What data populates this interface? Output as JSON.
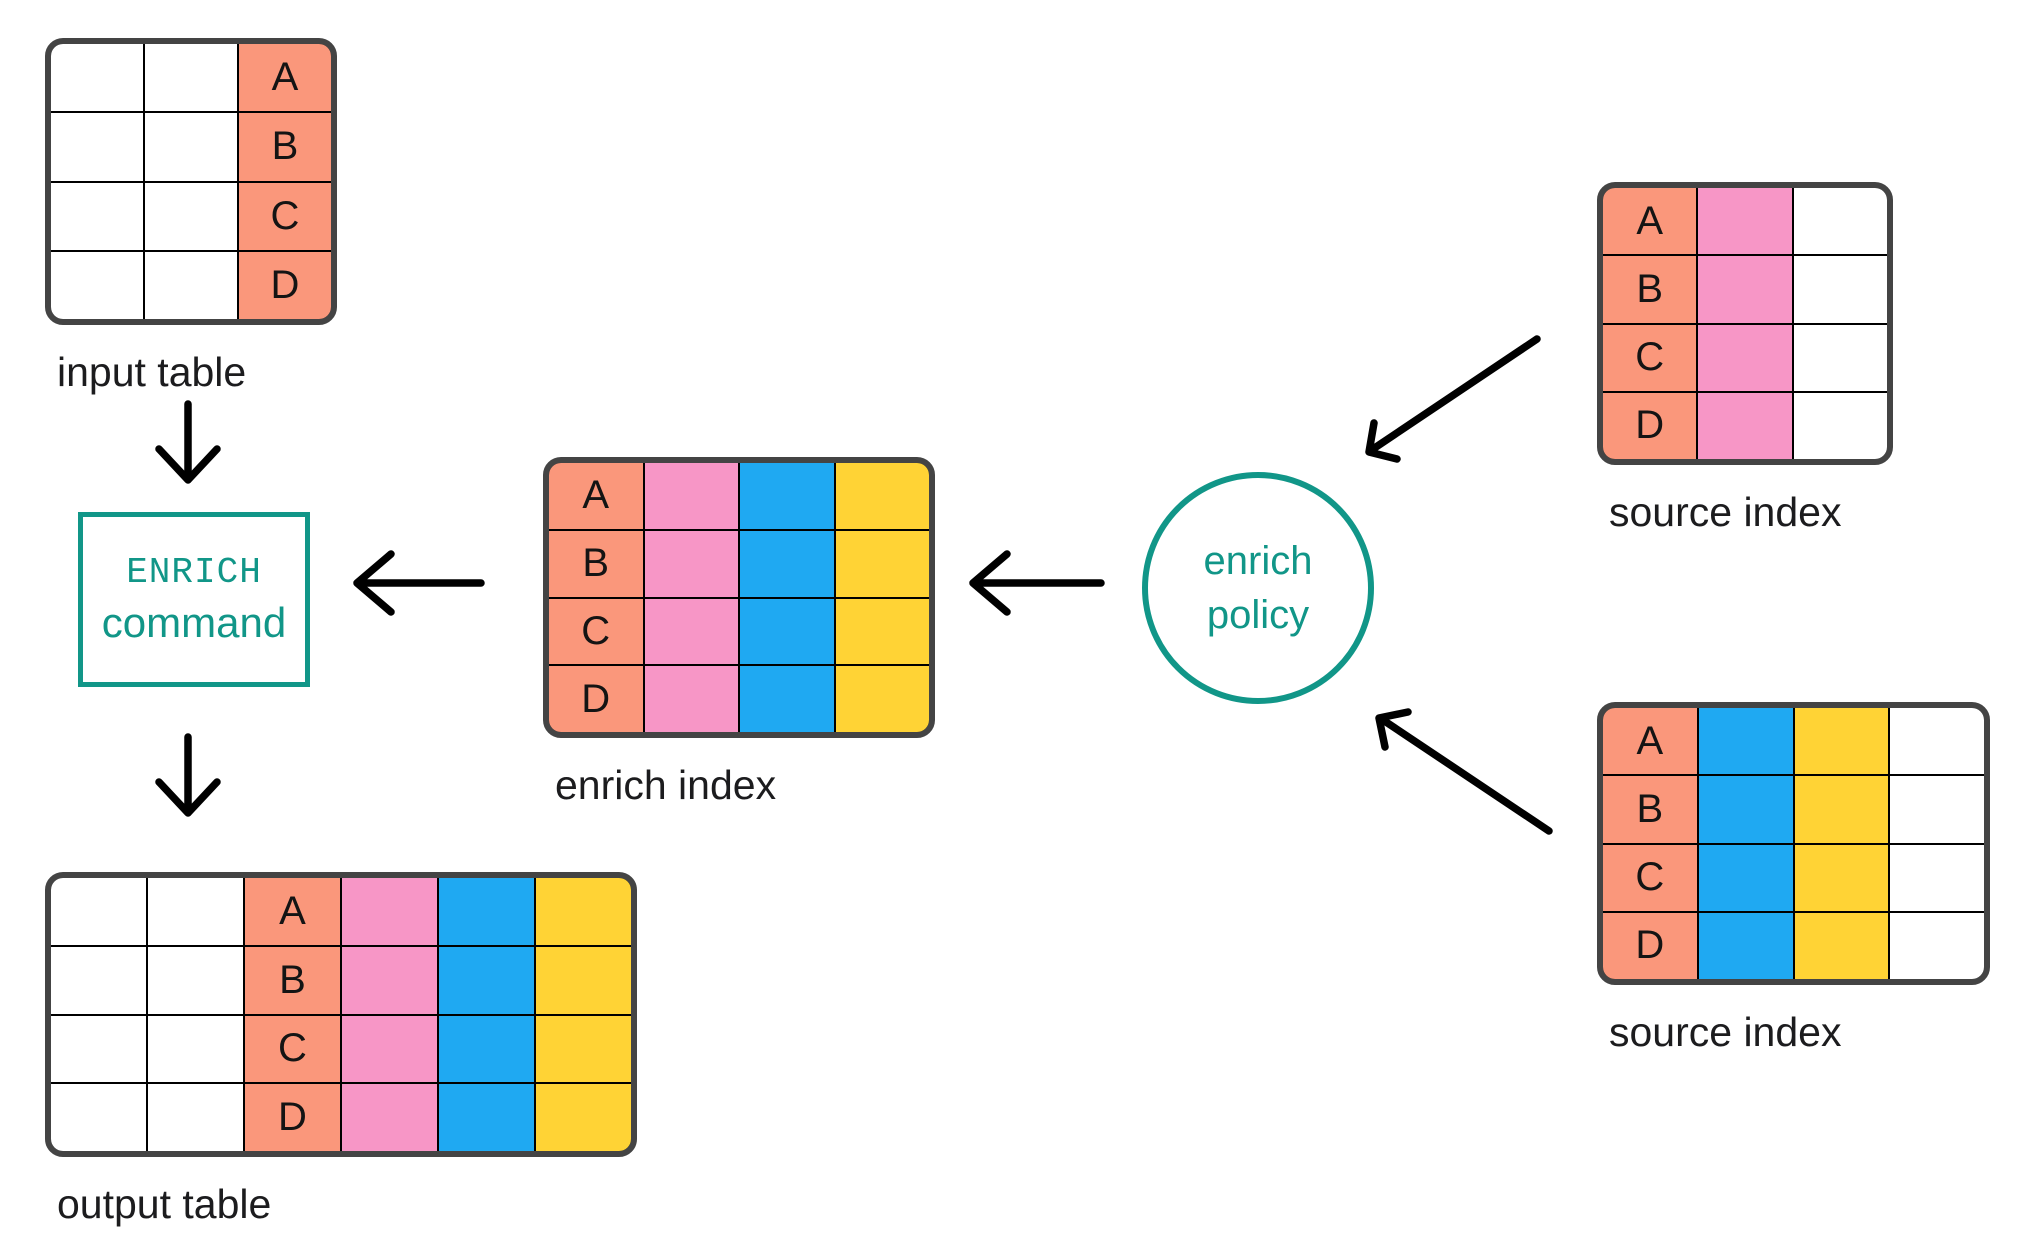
{
  "colors": {
    "salmon": "#FA977B",
    "pink": "#F796C6",
    "blue": "#1FA9F2",
    "yellow": "#FFD335",
    "white": "#FFFFFF",
    "teal": "#119688",
    "table_border": "#444444",
    "grid_line": "#000000",
    "text": "#1C1C1E",
    "arrow": "#000000"
  },
  "tables": {
    "input_table": {
      "label": "input table",
      "columns": [
        "white",
        "white",
        "salmon"
      ],
      "row_labels": [
        "A",
        "B",
        "C",
        "D"
      ],
      "label_col": 2
    },
    "enrich_index": {
      "label": "enrich index",
      "columns": [
        "salmon",
        "pink",
        "blue",
        "yellow"
      ],
      "row_labels": [
        "A",
        "B",
        "C",
        "D"
      ],
      "label_col": 0
    },
    "source_index_top": {
      "label": "source index",
      "columns": [
        "salmon",
        "pink",
        "white"
      ],
      "row_labels": [
        "A",
        "B",
        "C",
        "D"
      ],
      "label_col": 0
    },
    "source_index_bottom": {
      "label": "source index",
      "columns": [
        "salmon",
        "blue",
        "yellow",
        "white"
      ],
      "row_labels": [
        "A",
        "B",
        "C",
        "D"
      ],
      "label_col": 0
    },
    "output_table": {
      "label": "output table",
      "columns": [
        "white",
        "white",
        "salmon",
        "pink",
        "blue",
        "yellow"
      ],
      "row_labels": [
        "A",
        "B",
        "C",
        "D"
      ],
      "label_col": 2
    }
  },
  "enrich_command": {
    "line1": "ENRICH",
    "line2": "command"
  },
  "enrich_policy": {
    "line1": "enrich",
    "line2": "policy"
  }
}
